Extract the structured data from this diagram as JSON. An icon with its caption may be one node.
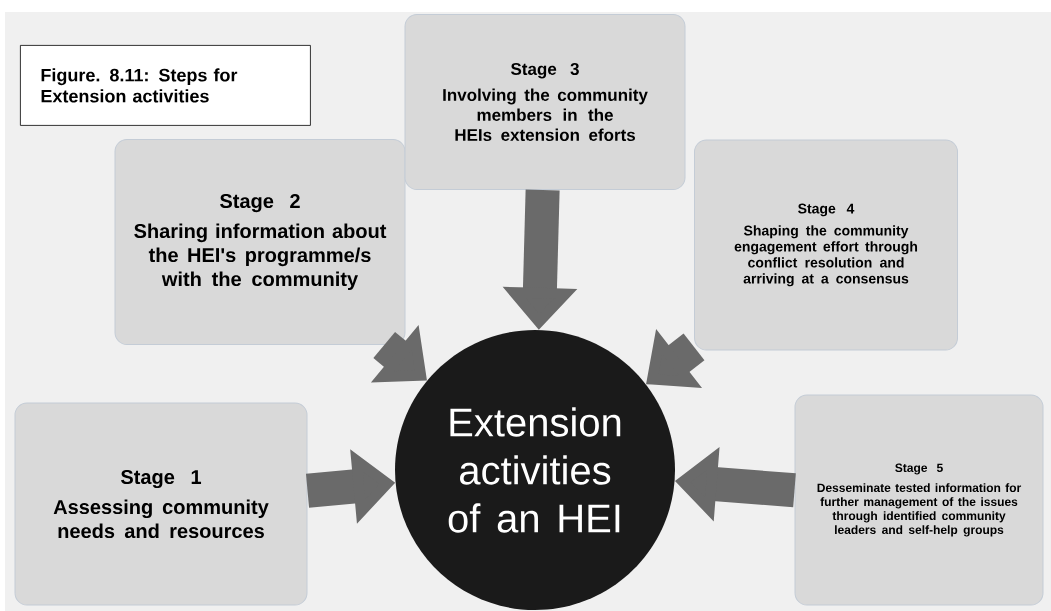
{
  "diagram": {
    "title": "Figure. 8.11: Steps for Extension activities",
    "nodes": [
      {
        "text": [
          "Stage 1",
          "Assessing community needs and resources"
        ]
      },
      {
        "text": [
          "Stage 2",
          "Sharing information about the HEI's programme/s with the community"
        ]
      },
      {
        "text": [
          "Stage 3",
          "Involving the community members in the HEIs extension eforts"
        ]
      },
      {
        "text": [
          "Stage 4",
          "Shaping the community engagement effort through conflict resolution and arriving at a consensus"
        ]
      },
      {
        "text": [
          "Stage 5",
          "Desseminate tested information for further management of the issues through identified community leaders and self-help groups"
        ]
      },
      {
        "text": [
          "Extension activities of an HEI"
        ]
      }
    ],
    "edges": [
      {
        "from": 0,
        "to": 5,
        "arrow": "to"
      },
      {
        "from": 1,
        "to": 5,
        "arrow": "to"
      },
      {
        "from": 2,
        "to": 5,
        "arrow": "to"
      },
      {
        "from": 3,
        "to": 5,
        "arrow": "to"
      },
      {
        "from": 4,
        "to": 5,
        "arrow": "to"
      }
    ]
  }
}
